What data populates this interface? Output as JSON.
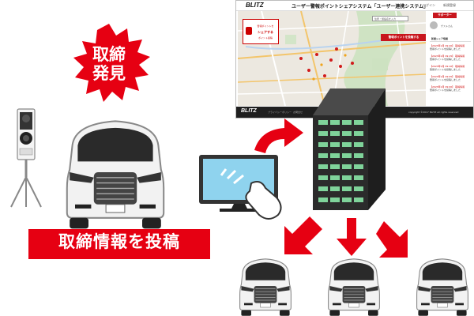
{
  "badge": {
    "line1": "取締",
    "line2": "発見"
  },
  "banner": {
    "label": "取締情報を投稿"
  },
  "app": {
    "logo": "BLITZ",
    "title": "ユーザー警報ポイントシェアシステム「ユーザー連携システム」",
    "header_links": [
      "ログイン",
      "新規登録"
    ],
    "share_box": {
      "line1": "警報ポイントを",
      "line2": "シェアする",
      "line3": "ポイント投稿"
    },
    "search_placeholder": "住所・施設名を入力",
    "post_button": "警報ポイントを投稿する",
    "support_button": "サポーター",
    "guest_label": "ゲストさん",
    "list_header": "新着シェア情報",
    "list_items": [
      "【2023年1月 09:20】 取締情報",
      "警報ポイントを投稿しました",
      "【2023年1月 09:15】 取締情報",
      "警報ポイントを投稿しました",
      "【2023年1月 09:10】 取締情報",
      "警報ポイントを投稿しました",
      "【2023年1月 09:05】 取締情報",
      "警報ポイントを投稿しました",
      "【2023年1月 09:00】 取締情報",
      "警報ポイントを投稿しました"
    ],
    "footer_logo": "BLITZ",
    "footer_links": [
      "プライバシーポリシー",
      "お問合せ"
    ],
    "copyright": "copyright ©2017 BLITZ all rights reserved"
  },
  "colors": {
    "red": "#e60012",
    "dark_red": "#c8161d",
    "server": "#2b2b2b",
    "server_led": "#7fd39a"
  }
}
